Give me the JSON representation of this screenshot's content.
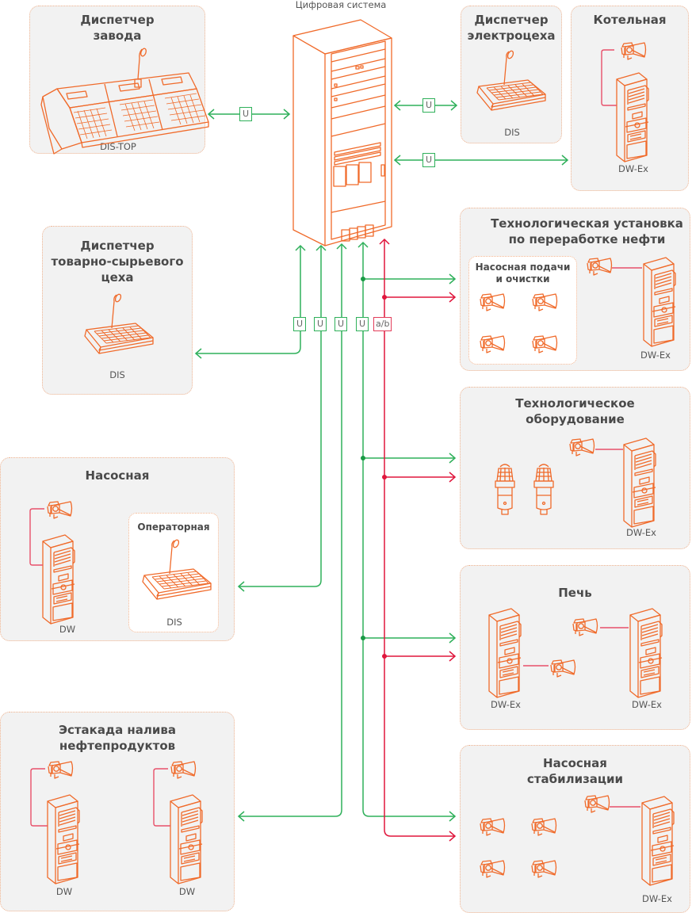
{
  "system": {
    "label": "Цифровая система"
  },
  "colors": {
    "accent": "#f06a2a",
    "link_u": "#2fb05a",
    "link_ab": "#e0163c",
    "panel_bg": "#f2f2f2",
    "panel_border": "#f2b48f",
    "title": "#4a4a4a"
  },
  "panels": {
    "zavod": {
      "title": "Диспетчер\nзавода",
      "device": "DIS-TOP"
    },
    "elektro": {
      "title": "Диспетчер\nэлектроцеха",
      "device": "DIS"
    },
    "kotelnaya": {
      "title": "Котельная",
      "device": "DW-Ex"
    },
    "tovarno": {
      "title": "Диспетчер\nтоварно-сырьевого\nцеха",
      "device": "DIS"
    },
    "ustanovka": {
      "title": "Технологическая установка\nпо переработке нефти",
      "inner_title": "Насосная подачи\nи очистки",
      "device": "DW-Ex"
    },
    "oborud": {
      "title": "Технологическое\nоборудование",
      "device": "DW-Ex"
    },
    "nasosnaya": {
      "title": "Насосная",
      "inner_title": "Операторная",
      "device_left": "DW",
      "device_inner": "DIS"
    },
    "pech": {
      "title": "Печь",
      "device_left": "DW-Ex",
      "device_right": "DW-Ex"
    },
    "estakada": {
      "title": "Эстакада налива\nнефтепродуктов",
      "device_left": "DW",
      "device_right": "DW"
    },
    "stabil": {
      "title": "Насосная\nстабилизации",
      "device": "DW-Ex"
    }
  },
  "tags": {
    "u": "U",
    "ab": "a/b"
  }
}
